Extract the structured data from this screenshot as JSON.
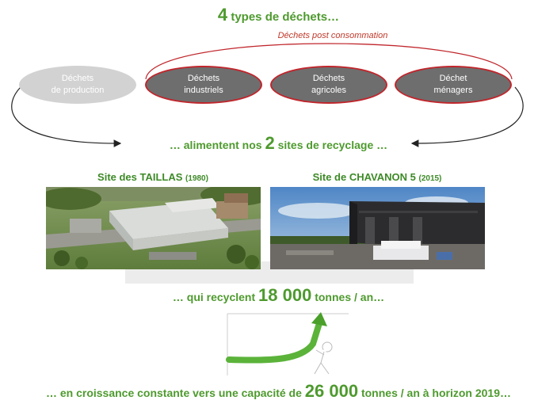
{
  "header": {
    "count": "4",
    "text": " types de déchets…"
  },
  "arc_label": "Déchets post consommation",
  "waste_types": [
    {
      "line1": "Déchets",
      "line2": "de production"
    },
    {
      "line1": "Déchets",
      "line2": "industriels"
    },
    {
      "line1": "Déchets",
      "line2": "agricoles"
    },
    {
      "line1": "Déchet",
      "line2": "ménagers"
    }
  ],
  "feed_line": {
    "prefix": "… alimentent nos ",
    "count": "2",
    "suffix": " sites de recyclage …"
  },
  "sites": [
    {
      "name": "Site des TAILLAS",
      "year": "(1980)"
    },
    {
      "name": "Site de CHAVANON 5",
      "year": "(2015)"
    }
  ],
  "recycle_line": {
    "prefix": "… qui recyclent ",
    "amount": "18 000",
    "suffix": " tonnes / an…"
  },
  "growth_line": {
    "prefix": "… en croissance constante vers une capacité de ",
    "amount": "26 000",
    "suffix": " tonnes / an à horizon 2019…"
  },
  "colors": {
    "green": "#4e9a2e",
    "red": "#c0262c",
    "ellipse_dark": "#6e6e6e",
    "ellipse_light": "#d2d2d2"
  }
}
